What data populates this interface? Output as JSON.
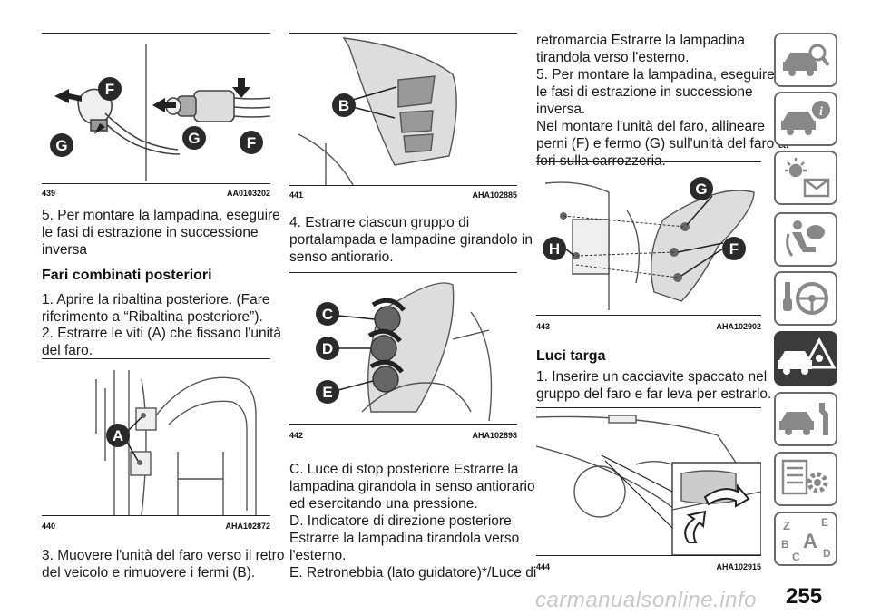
{
  "figures": {
    "f439": {
      "num": "439",
      "code": "AA0103202",
      "labels": [
        "F",
        "G",
        "G",
        "F"
      ]
    },
    "f440": {
      "num": "440",
      "code": "AHA102872",
      "labels": [
        "A"
      ]
    },
    "f441": {
      "num": "441",
      "code": "AHA102885",
      "labels": [
        "B"
      ]
    },
    "f442": {
      "num": "442",
      "code": "AHA102898",
      "labels": [
        "C",
        "D",
        "E"
      ]
    },
    "f443": {
      "num": "443",
      "code": "AHA102902",
      "labels": [
        "G",
        "H",
        "F"
      ]
    },
    "f444": {
      "num": "444",
      "code": "AHA102915"
    }
  },
  "col1": {
    "p1_l1": "5. Per montare la lampadina, eseguire",
    "p1_l2": "le fasi di estrazione in successione",
    "p1_l3": "inversa",
    "heading": "Fari combinati posteriori",
    "p2_l1": "1. Aprire la ribaltina posteriore. (Fare",
    "p2_l2": "riferimento a “Ribaltina posteriore”).",
    "p3_l1": "2. Estrarre le viti (A) che fissano l'unità",
    "p3_l2": "del faro.",
    "p4_l1": "3. Muovere l'unità del faro verso il retro",
    "p4_l2": "del veicolo e rimuovere i fermi (B)."
  },
  "col2": {
    "p1_l1": "4. Estrarre ciascun gruppo di",
    "p1_l2": "portalampada e lampadine girandolo in",
    "p1_l3": "senso antiorario.",
    "p2_l1": "C. Luce di stop posteriore Estrarre la",
    "p2_l2": "lampadina girandola in senso antiorario",
    "p2_l3": "ed esercitando una pressione.",
    "p3_l1": "D. Indicatore di direzione posteriore",
    "p3_l2": "Estrarre la lampadina tirandola verso",
    "p3_l3": "l'esterno.",
    "p4_l1": "E. Retronebbia (lato guidatore)*/Luce di"
  },
  "col3": {
    "p1_l1": "retromarcia Estrarre la lampadina",
    "p1_l2": "tirandola verso l'esterno.",
    "p2_l1": "5. Per montare la lampadina, eseguire",
    "p2_l2": "le fasi di estrazione in successione",
    "p2_l3": "inversa.",
    "p3_l1": "Nel montare l'unità del faro, allineare",
    "p3_l2": "perni (F) e fermo (G) sull'unità del faro ai",
    "p3_l3": "fori sulla carrozzeria.",
    "heading": "Luci targa",
    "p4_l1": "1. Inserire un cacciavite spaccato nel",
    "p4_l2": "gruppo del faro e far leva per estrarlo."
  },
  "tabs": [
    {
      "icon": "car-search-icon",
      "active": false
    },
    {
      "icon": "car-info-icon",
      "active": false
    },
    {
      "icon": "warning-lights-mail-icon",
      "active": false
    },
    {
      "icon": "airbag-seat-icon",
      "active": false
    },
    {
      "icon": "key-steering-wheel-icon",
      "active": false
    },
    {
      "icon": "breakdown-warning-icon",
      "active": true
    },
    {
      "icon": "car-maintenance-icon",
      "active": false
    },
    {
      "icon": "specs-gear-icon",
      "active": false
    },
    {
      "icon": "alphabet-index-icon",
      "active": false
    }
  ],
  "tab_index_letters": [
    "Z",
    "E",
    "B",
    "A",
    "C",
    "D"
  ],
  "page_number": "255",
  "watermark": "carmanualsonline.info",
  "colors": {
    "active_tab": "#3b3b3b",
    "tab_border": "#6a6a6a",
    "label_circle": "#2a2a2a"
  }
}
